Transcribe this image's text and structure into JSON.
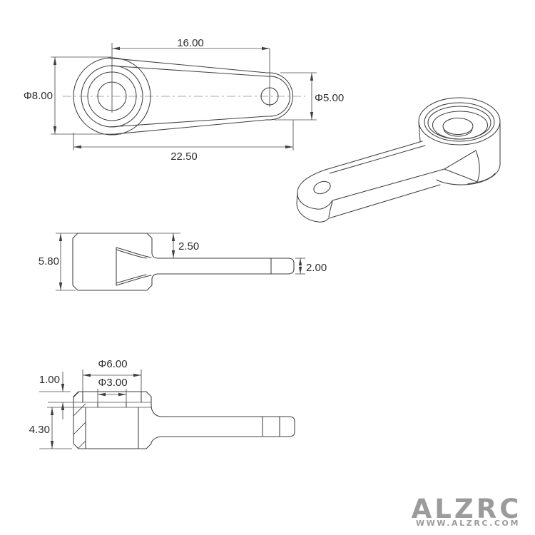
{
  "page": {
    "background": "#ffffff"
  },
  "style": {
    "edge_color": "#3f3f3f",
    "dim_color": "#4a4a4a",
    "text_color": "#2e2e2e",
    "centerline_color": "#8f8f8f",
    "logo_color": "#9b9b9b"
  },
  "views": {
    "top": {
      "center_distance": "16.00",
      "overall_length": "22.50",
      "hub_diameter": "Φ8.00",
      "end_diameter": "Φ5.00"
    },
    "side": {
      "hub_height": "5.80",
      "top_to_arm": "2.50",
      "arm_thickness": "2.00"
    },
    "section": {
      "counterbore_diameter": "Φ6.00",
      "hole_diameter": "Φ3.00",
      "counterbore_depth": "1.00",
      "cavity_depth": "4.30"
    }
  },
  "logo": {
    "brand": "ALZRC",
    "website": "WWW.ALZRC.COM"
  }
}
